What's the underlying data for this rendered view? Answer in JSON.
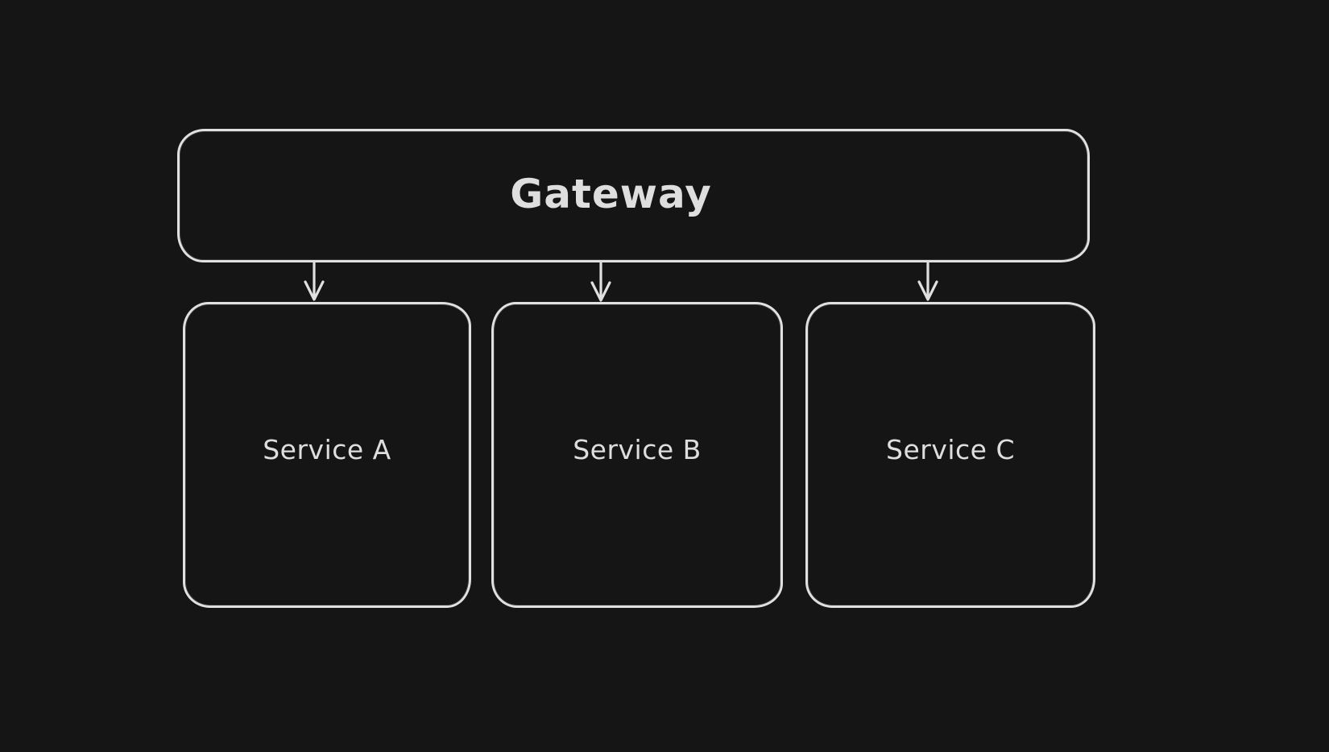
{
  "theme": {
    "background": "#151515",
    "stroke": "#e0e0e0",
    "text_color": "#dedede"
  },
  "diagram": {
    "nodes": [
      {
        "id": "gateway",
        "label": "Gateway",
        "shape": "rounded-rectangle"
      },
      {
        "id": "service-a",
        "label": "Service A",
        "shape": "rounded-rectangle"
      },
      {
        "id": "service-b",
        "label": "Service B",
        "shape": "rounded-rectangle"
      },
      {
        "id": "service-c",
        "label": "Service C",
        "shape": "rounded-rectangle"
      }
    ],
    "edges": [
      {
        "from": "gateway",
        "to": "service-a",
        "direction": "down",
        "arrowhead": "open-v"
      },
      {
        "from": "gateway",
        "to": "service-b",
        "direction": "down",
        "arrowhead": "open-v"
      },
      {
        "from": "gateway",
        "to": "service-c",
        "direction": "down",
        "arrowhead": "open-v"
      }
    ]
  }
}
